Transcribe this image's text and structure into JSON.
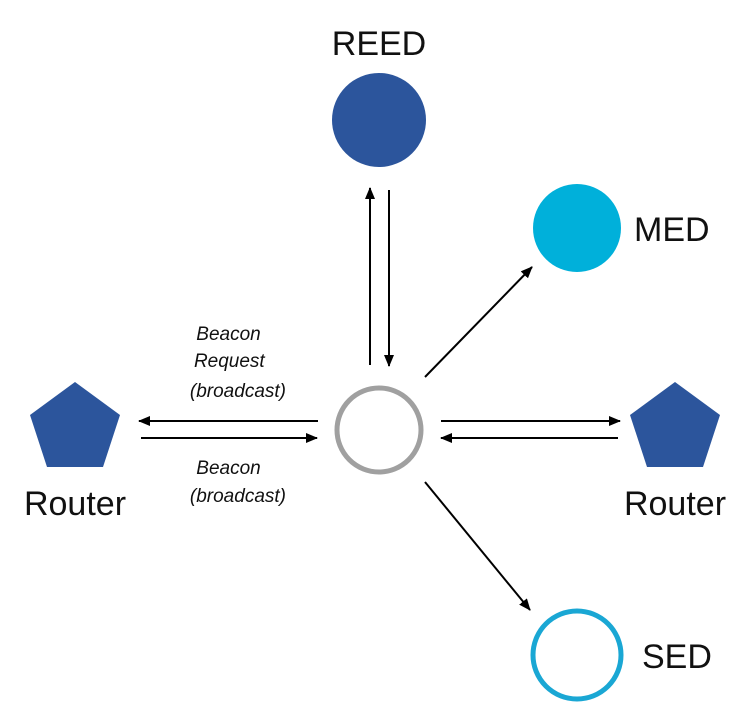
{
  "nodes": {
    "reed": {
      "label": "REED",
      "color": "#2c559c"
    },
    "med": {
      "label": "MED",
      "color": "#00b0da"
    },
    "sed": {
      "label": "SED",
      "color": "#1aa7d4"
    },
    "router_left": {
      "label": "Router",
      "color": "#2c559c"
    },
    "router_right": {
      "label": "Router",
      "color": "#2c559c"
    },
    "joining_device": {
      "label": "",
      "color": "#a0a0a0"
    }
  },
  "messages": {
    "request_line1": "Beacon",
    "request_line2": "Request",
    "request_line3": "(broadcast)",
    "beacon_line1": "Beacon",
    "beacon_line2": "(broadcast)"
  }
}
